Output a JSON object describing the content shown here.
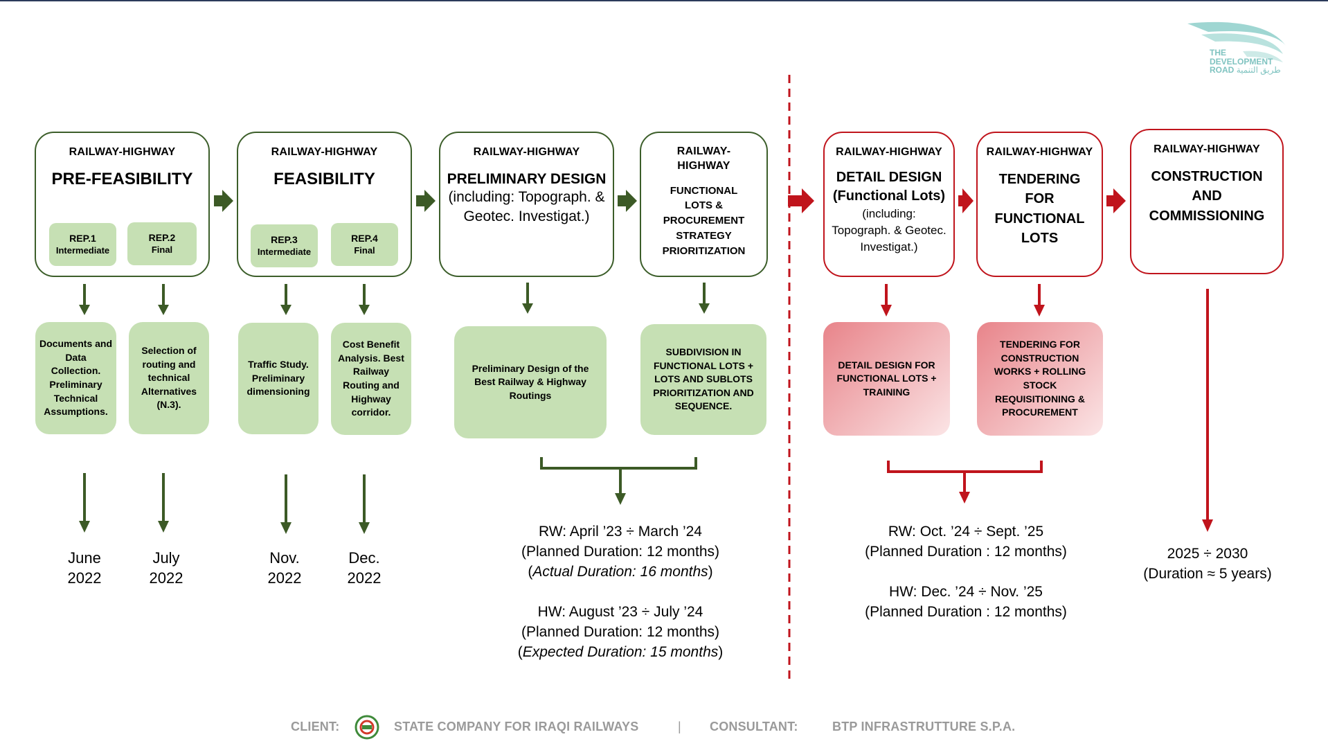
{
  "colors": {
    "green_border": "#3c5e2a",
    "green_fill": "#c6e0b4",
    "red": "#c0141c",
    "dark_green_arrow": "#3c5a26"
  },
  "logo": {
    "line1": "THE",
    "line2": "DEVELOPMENT",
    "line3": "ROAD",
    "arabic": "طريق التنمية"
  },
  "stages": [
    {
      "kicker": "RAILWAY-HIGHWAY",
      "title": "PRE-FEASIBILITY",
      "reports": [
        {
          "name": "REP.1",
          "type": "Intermediate"
        },
        {
          "name": "REP.2",
          "type": "Final"
        }
      ]
    },
    {
      "kicker": "RAILWAY-HIGHWAY",
      "title": "FEASIBILITY",
      "reports": [
        {
          "name": "REP.3",
          "type": "Intermediate"
        },
        {
          "name": "REP.4",
          "type": "Final"
        }
      ]
    },
    {
      "kicker": "RAILWAY-HIGHWAY",
      "title": "PRELIMINARY DESIGN",
      "subtitle": "(including: Topograph. & Geotec. Investigat.)"
    },
    {
      "kicker": "RAILWAY-HIGHWAY",
      "title": "FUNCTIONAL LOTS & PROCUREMENT STRATEGY PRIORITIZATION"
    },
    {
      "kicker": "RAILWAY-HIGHWAY",
      "title": "DETAIL DESIGN (Functional Lots)",
      "subtitle": "(including: Topograph. & Geotec. Investigat.)"
    },
    {
      "kicker": "RAILWAY-HIGHWAY",
      "title": "TENDERING FOR FUNCTIONAL LOTS"
    },
    {
      "kicker": "RAILWAY-HIGHWAY",
      "title": "CONSTRUCTION AND COMMISSIONING"
    }
  ],
  "descriptions": [
    "Documents and Data Collection. Preliminary Technical Assumptions.",
    "Selection of routing and technical Alternatives (N.3).",
    "Traffic Study. Preliminary dimensioning",
    "Cost Benefit Analysis. Best Railway Routing and Highway corridor.",
    "Preliminary Design of the Best Railway & Highway Routings",
    "SUBDIVISION IN FUNCTIONAL LOTS + LOTS AND SUBLOTS PRIORITIZATION AND SEQUENCE.",
    "DETAIL DESIGN FOR FUNCTIONAL LOTS + TRAINING",
    "TENDERING FOR CONSTRUCTION WORKS + ROLLING STOCK REQUISITIONING & PROCUREMENT"
  ],
  "dates": [
    {
      "month": "June",
      "year": "2022"
    },
    {
      "month": "July",
      "year": "2022"
    },
    {
      "month": "Nov.",
      "year": "2022"
    },
    {
      "month": "Dec.",
      "year": "2022"
    }
  ],
  "schedule_preliminary": {
    "rw": "RW: April ’23 ÷ March ’24",
    "rw_planned": "(Planned Duration: 12 months)",
    "rw_actual": "Actual Duration: 16 months",
    "hw": "HW: August ’23 ÷ July ’24",
    "hw_planned": "(Planned Duration: 12 months)",
    "hw_expected": "Expected Duration: 15 months"
  },
  "schedule_detail": {
    "rw": "RW: Oct. ’24 ÷ Sept. ’25",
    "rw_planned": "(Planned Duration : 12 months)",
    "hw": "HW: Dec. ’24 ÷ Nov. ’25",
    "hw_planned": "(Planned Duration : 12 months)"
  },
  "schedule_construction": {
    "period": "2025 ÷ 2030",
    "duration": "(Duration ≈ 5 years)"
  },
  "footer": {
    "client_label": "CLIENT:",
    "client": "STATE COMPANY FOR IRAQI RAILWAYS",
    "separator": "|",
    "consultant_label": "CONSULTANT:",
    "consultant": "BTP INFRASTRUTTURE S.P.A."
  }
}
